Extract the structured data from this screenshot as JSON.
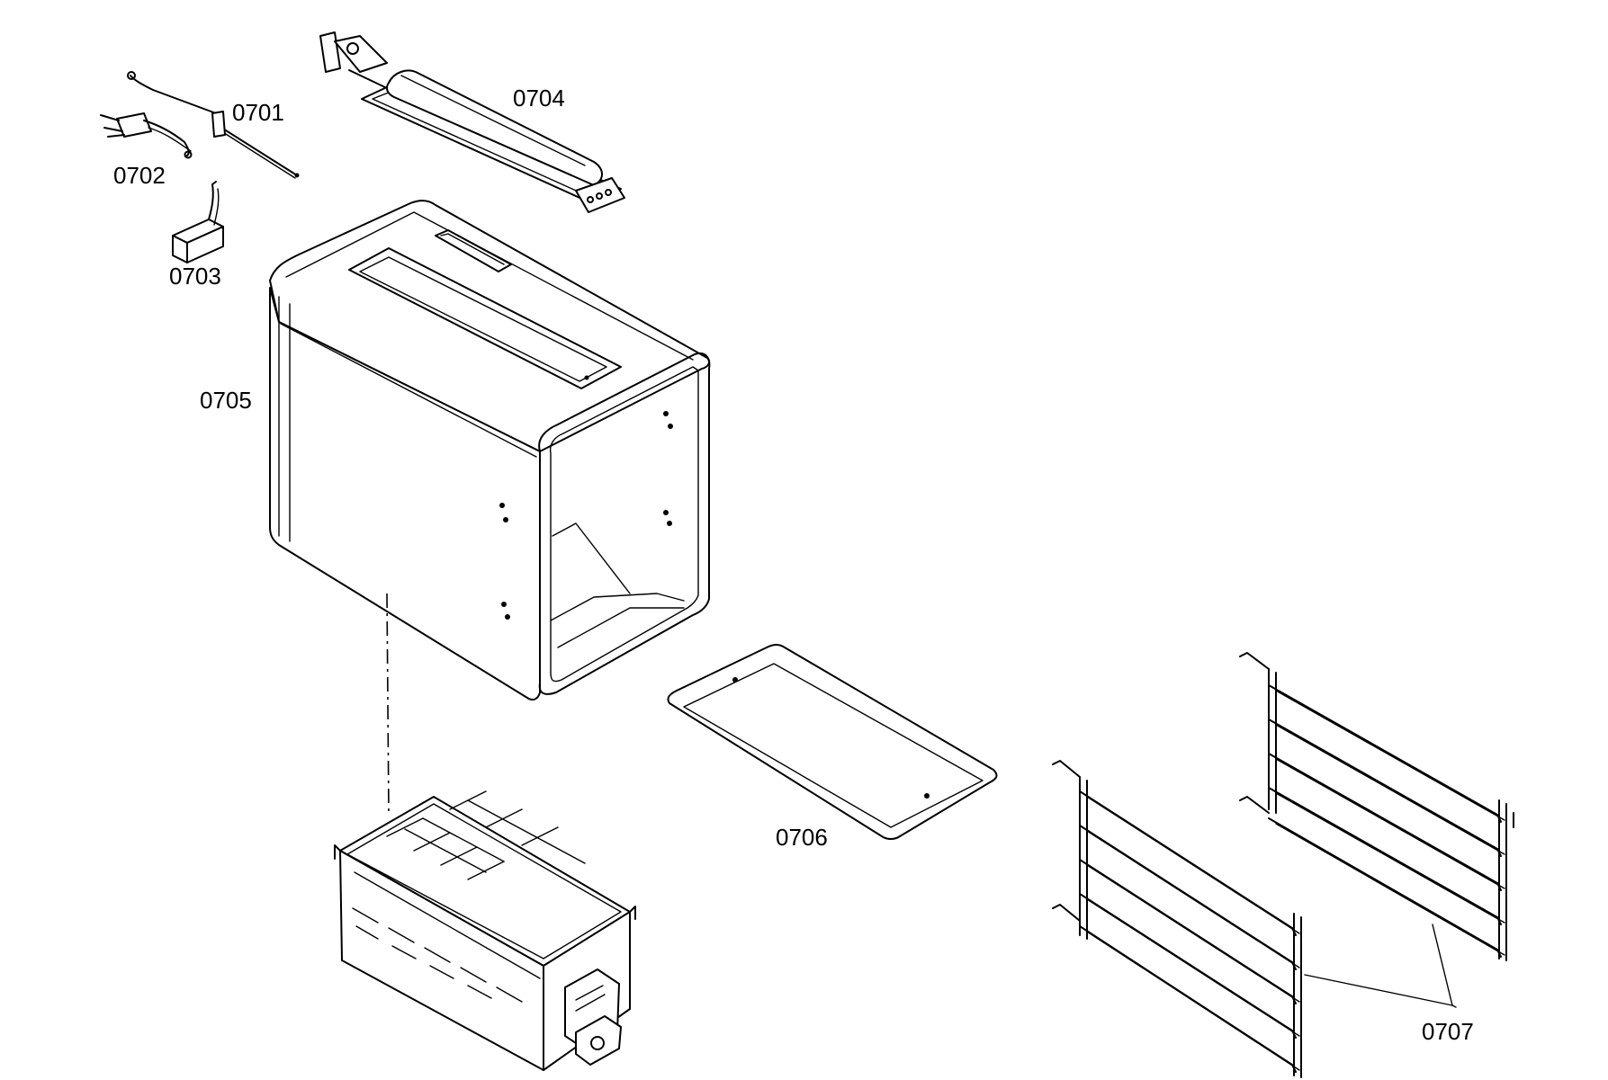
{
  "labels": {
    "p0701": "0701",
    "p0702": "0702",
    "p0703": "0703",
    "p0704": "0704",
    "p0705": "0705",
    "p0706": "0706",
    "p0707": "0707"
  },
  "colors": {
    "line": "#000000",
    "background": "#ffffff"
  }
}
